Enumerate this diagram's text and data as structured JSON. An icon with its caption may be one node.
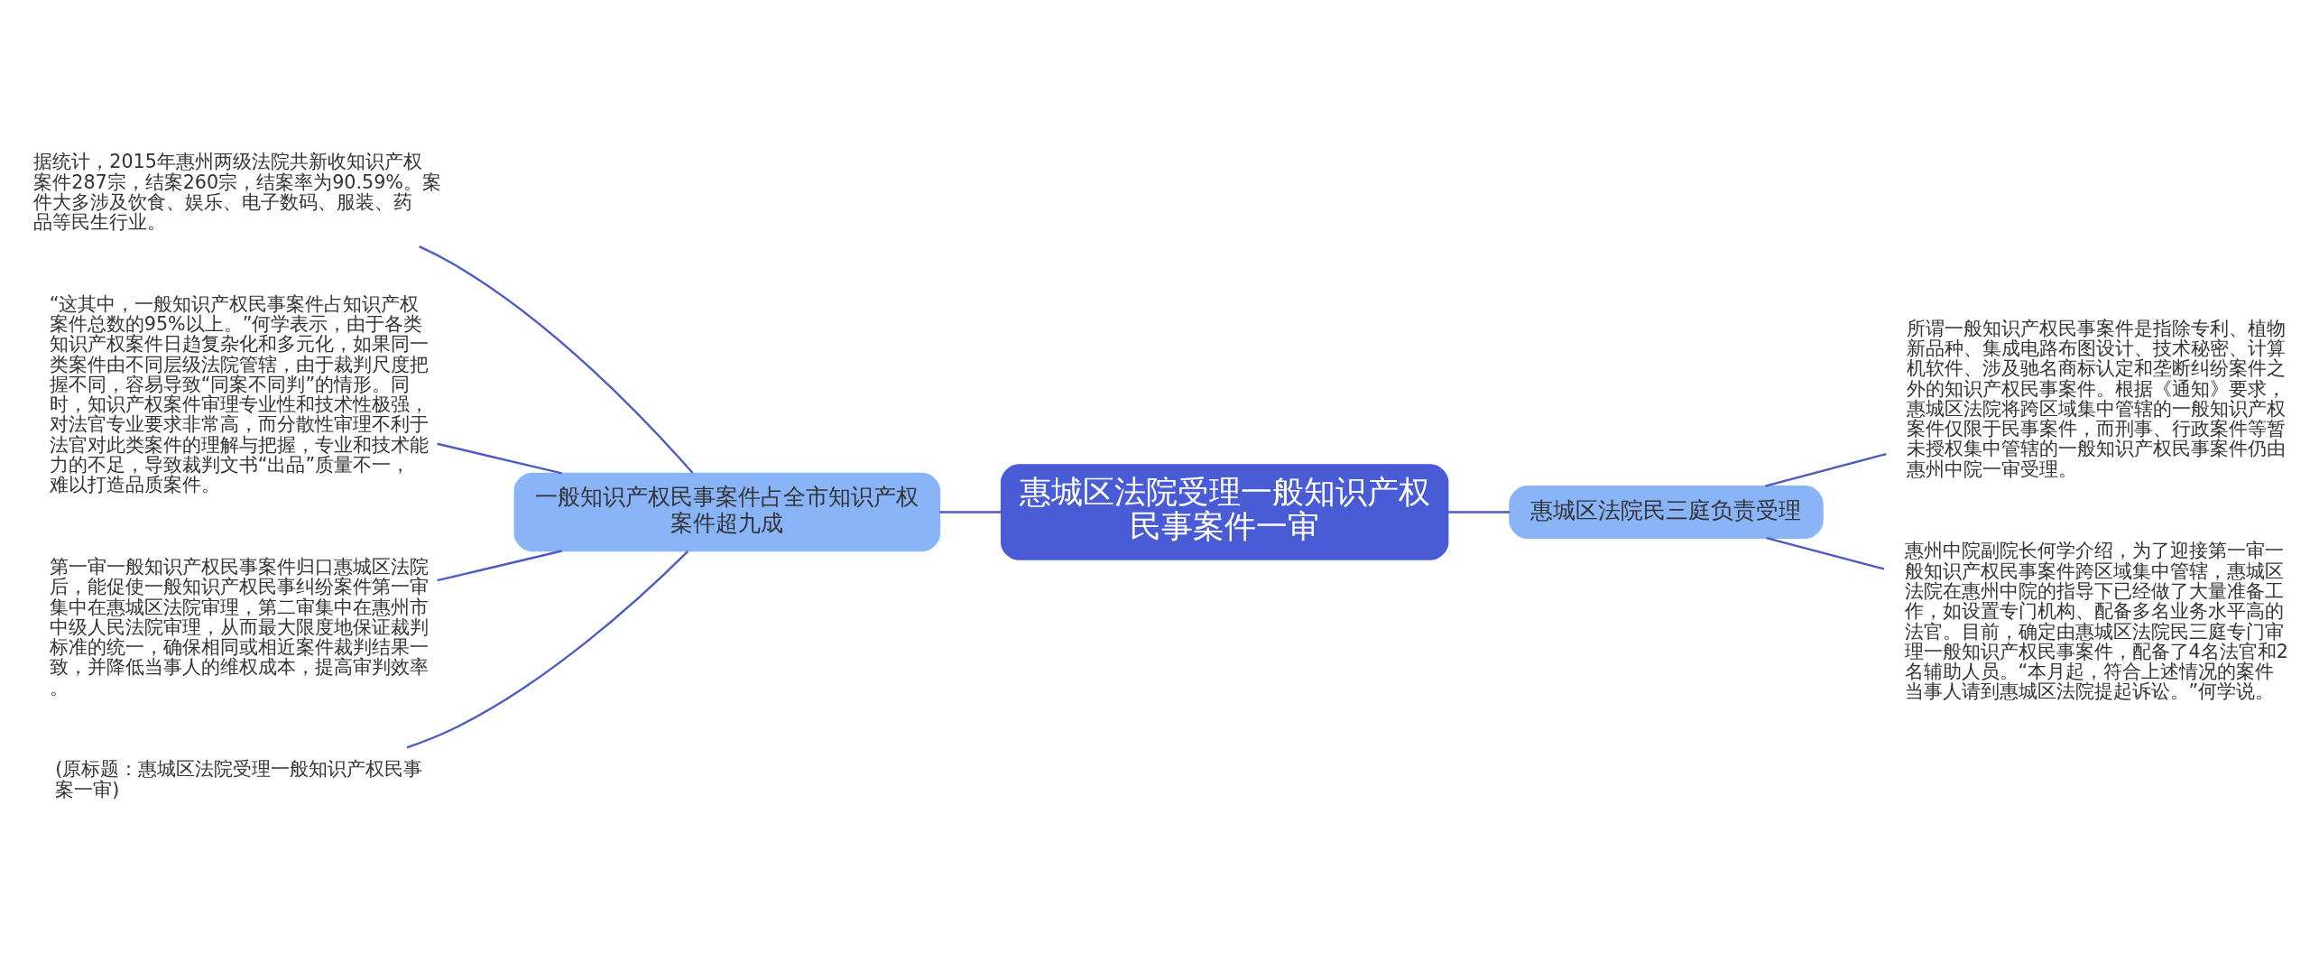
{
  "diagram": {
    "nodes": [
      {
        "text": [
          "惠城区法院受理一般知识产权民事案件一审"
        ]
      },
      {
        "text": [
          "一般知识产权民事案件占全市知识产权案件超九成"
        ]
      },
      {
        "text": [
          "惠城区法院民三庭负责受理"
        ]
      },
      {
        "text": [
          "据统计，2015年惠州两级法院共新收知识产权案件287宗，结案260宗，结案率为90.59%。案件大多涉及饮食、娱乐、电子数码、服装、药品等民生行业。"
        ]
      },
      {
        "text": [
          "“这其中，一般知识产权民事案件占知识产权案件总数的95%以上。”何学表示，由于各类知识产权案件日趋复杂化和多元化，如果同一类案件由不同层级法院管辖，由于裁判尺度把握不同，容易导致“同案不同判”的情形。同时，知识产权案件审理专业性和技术性极强，对法官专业要求非常高，而分散性审理不利于法官对此类案件的理解与把握，专业和技术能力的不足，导致裁判文书“出品”质量不一，难以打造品质案件。"
        ]
      },
      {
        "text": [
          "第一审一般知识产权民事案件归口惠城区法院后，能促使一般知识产权民事纠纷案件第一审集中在惠城区法院审理，第二审集中在惠州市中级人民法院审理，从而最大限度地保证裁判标准的统一，确保相同或相近案件裁判结果一致，并降低当事人的维权成本，提高审判效率。"
        ]
      },
      {
        "text": [
          "(原标题：惠城区法院受理一般知识产权民事案一审)"
        ]
      },
      {
        "text": [
          "所谓一般知识产权民事案件是指除专利、植物新品种、集成电路布图设计、技术秘密、计算机软件、涉及驰名商标认定和垄断纠纷案件之外的知识产权民事案件。根据《通知》要求，惠城区法院将跨区域集中管辖的一般知识产权案件仅限于民事案件，而刑事、行政案件等暂未授权集中管辖的一般知识产权民事案件仍由惠州中院一审受理。"
        ]
      },
      {
        "text": [
          "惠州中院副院长何学介绍，为了迎接第一审一般知识产权民事案件跨区域集中管辖，惠城区法院在惠州中院的指导下已经做了大量准备工作，如设置专门机构、配备多名业务水平高的法官。目前，确定由惠城区法院民三庭专门审理一般知识产权民事案件，配备了4名法官和2名辅助人员。“本月起，符合上述情况的案件当事人请到惠城区法院提起诉讼。”何学说。"
        ]
      }
    ],
    "edges": [
      {
        "from": 3,
        "to": 1,
        "arrow": "none"
      },
      {
        "from": 4,
        "to": 1,
        "arrow": "none"
      },
      {
        "from": 5,
        "to": 1,
        "arrow": "none"
      },
      {
        "from": 6,
        "to": 1,
        "arrow": "none"
      },
      {
        "from": 1,
        "to": 0,
        "arrow": "none"
      },
      {
        "from": 0,
        "to": 2,
        "arrow": "none"
      },
      {
        "from": 2,
        "to": 7,
        "arrow": "none"
      },
      {
        "from": 2,
        "to": 8,
        "arrow": "none"
      }
    ]
  }
}
